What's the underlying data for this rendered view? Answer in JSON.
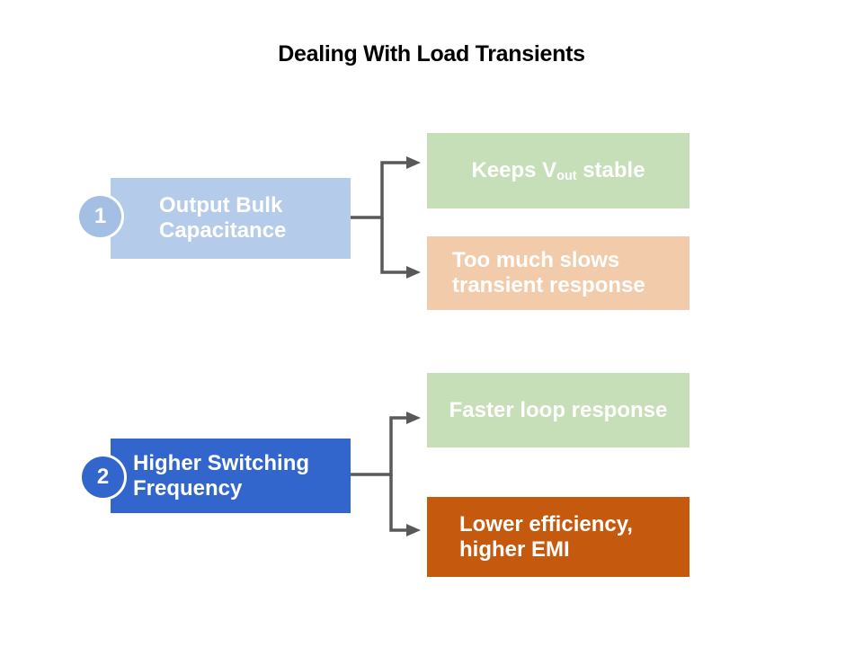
{
  "title": "Dealing With Load Transients",
  "colors": {
    "title_color": "#000000",
    "connector": "#595959",
    "text_on_box": "#FFFFFF",
    "cause1_fill": "#B5CBEA",
    "cause1_badge": "#A4BFE4",
    "cause2_fill": "#3366CC",
    "cause2_badge": "#3366CC",
    "benefit_fill": "#C7DFB8",
    "drawback1_fill": "#F2CBAB",
    "drawback2_fill": "#C5590E"
  },
  "groups": [
    {
      "number": "1",
      "label": "Output Bulk\nCapacitance",
      "outcomes": [
        {
          "pre": "Keeps V",
          "sub": "out",
          "post": " stable",
          "kind": "benefit"
        },
        {
          "label": "Too much slows\ntransient response",
          "kind": "drawback"
        }
      ]
    },
    {
      "number": "2",
      "label": "Higher Switching\nFrequency",
      "outcomes": [
        {
          "label": "Faster loop response",
          "kind": "benefit"
        },
        {
          "label": "Lower efficiency,\nhigher EMI",
          "kind": "drawback"
        }
      ]
    }
  ]
}
